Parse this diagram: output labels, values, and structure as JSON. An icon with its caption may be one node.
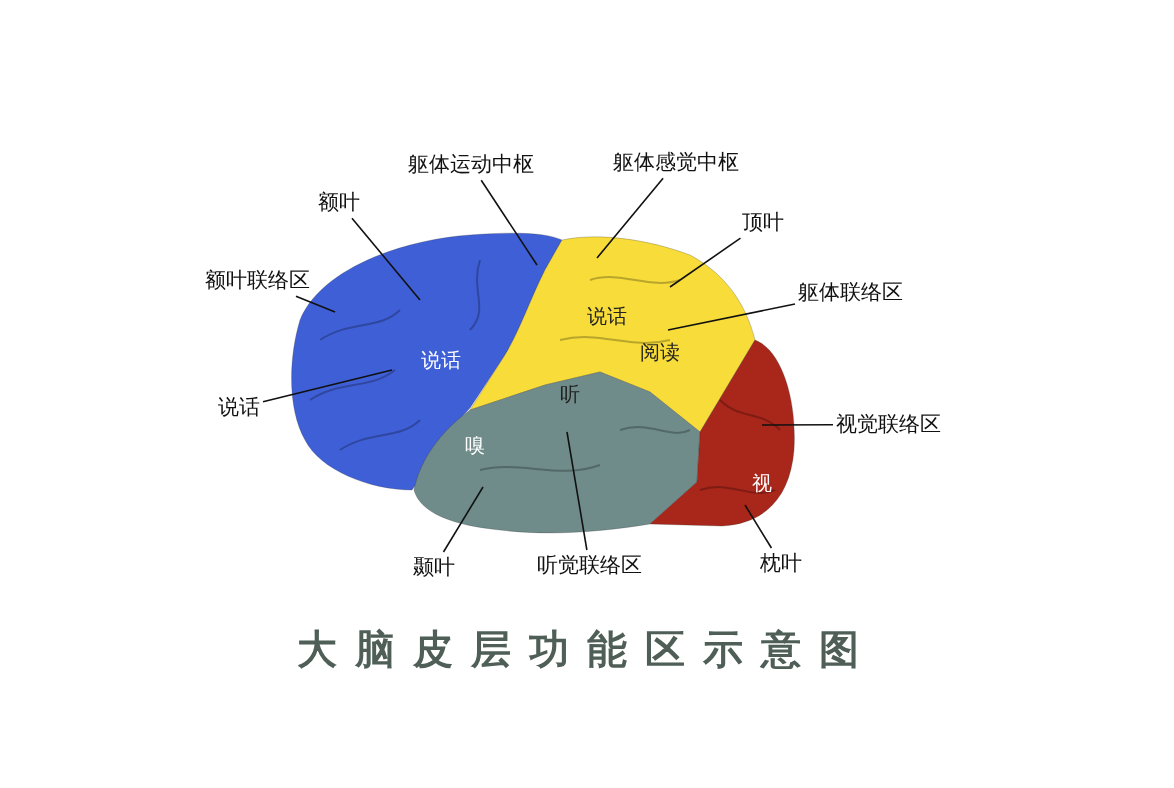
{
  "diagram": {
    "title": "大脑皮层功能区示意图",
    "nodes": [
      {
        "text": [
          "躯体运动中枢"
        ]
      },
      {
        "text": [
          "躯体感觉中枢"
        ]
      },
      {
        "text": [
          "额叶"
        ]
      },
      {
        "text": [
          "顶叶"
        ]
      },
      {
        "text": [
          "额叶联络区"
        ]
      },
      {
        "text": [
          "躯体联络区"
        ]
      },
      {
        "text": [
          "说话"
        ]
      },
      {
        "text": [
          "视觉联络区"
        ]
      },
      {
        "text": [
          "颞叶"
        ]
      },
      {
        "text": [
          "听觉联络区"
        ]
      },
      {
        "text": [
          "枕叶"
        ]
      }
    ],
    "edges": [
      {
        "from": 0,
        "to": null,
        "arrow": "none"
      },
      {
        "from": 1,
        "to": null,
        "arrow": "none"
      },
      {
        "from": 2,
        "to": null,
        "arrow": "none"
      },
      {
        "from": 3,
        "to": null,
        "arrow": "none"
      },
      {
        "from": 4,
        "to": null,
        "arrow": "none"
      },
      {
        "from": 5,
        "to": null,
        "arrow": "none"
      },
      {
        "from": 6,
        "to": null,
        "arrow": "none"
      },
      {
        "from": 7,
        "to": null,
        "arrow": "none"
      },
      {
        "from": 8,
        "to": null,
        "arrow": "none"
      },
      {
        "from": 9,
        "to": null,
        "arrow": "none"
      },
      {
        "from": 10,
        "to": null,
        "arrow": "none"
      }
    ],
    "labels": [
      "说话",
      "说话",
      "阅读",
      "听",
      "嗅",
      "视"
    ]
  }
}
